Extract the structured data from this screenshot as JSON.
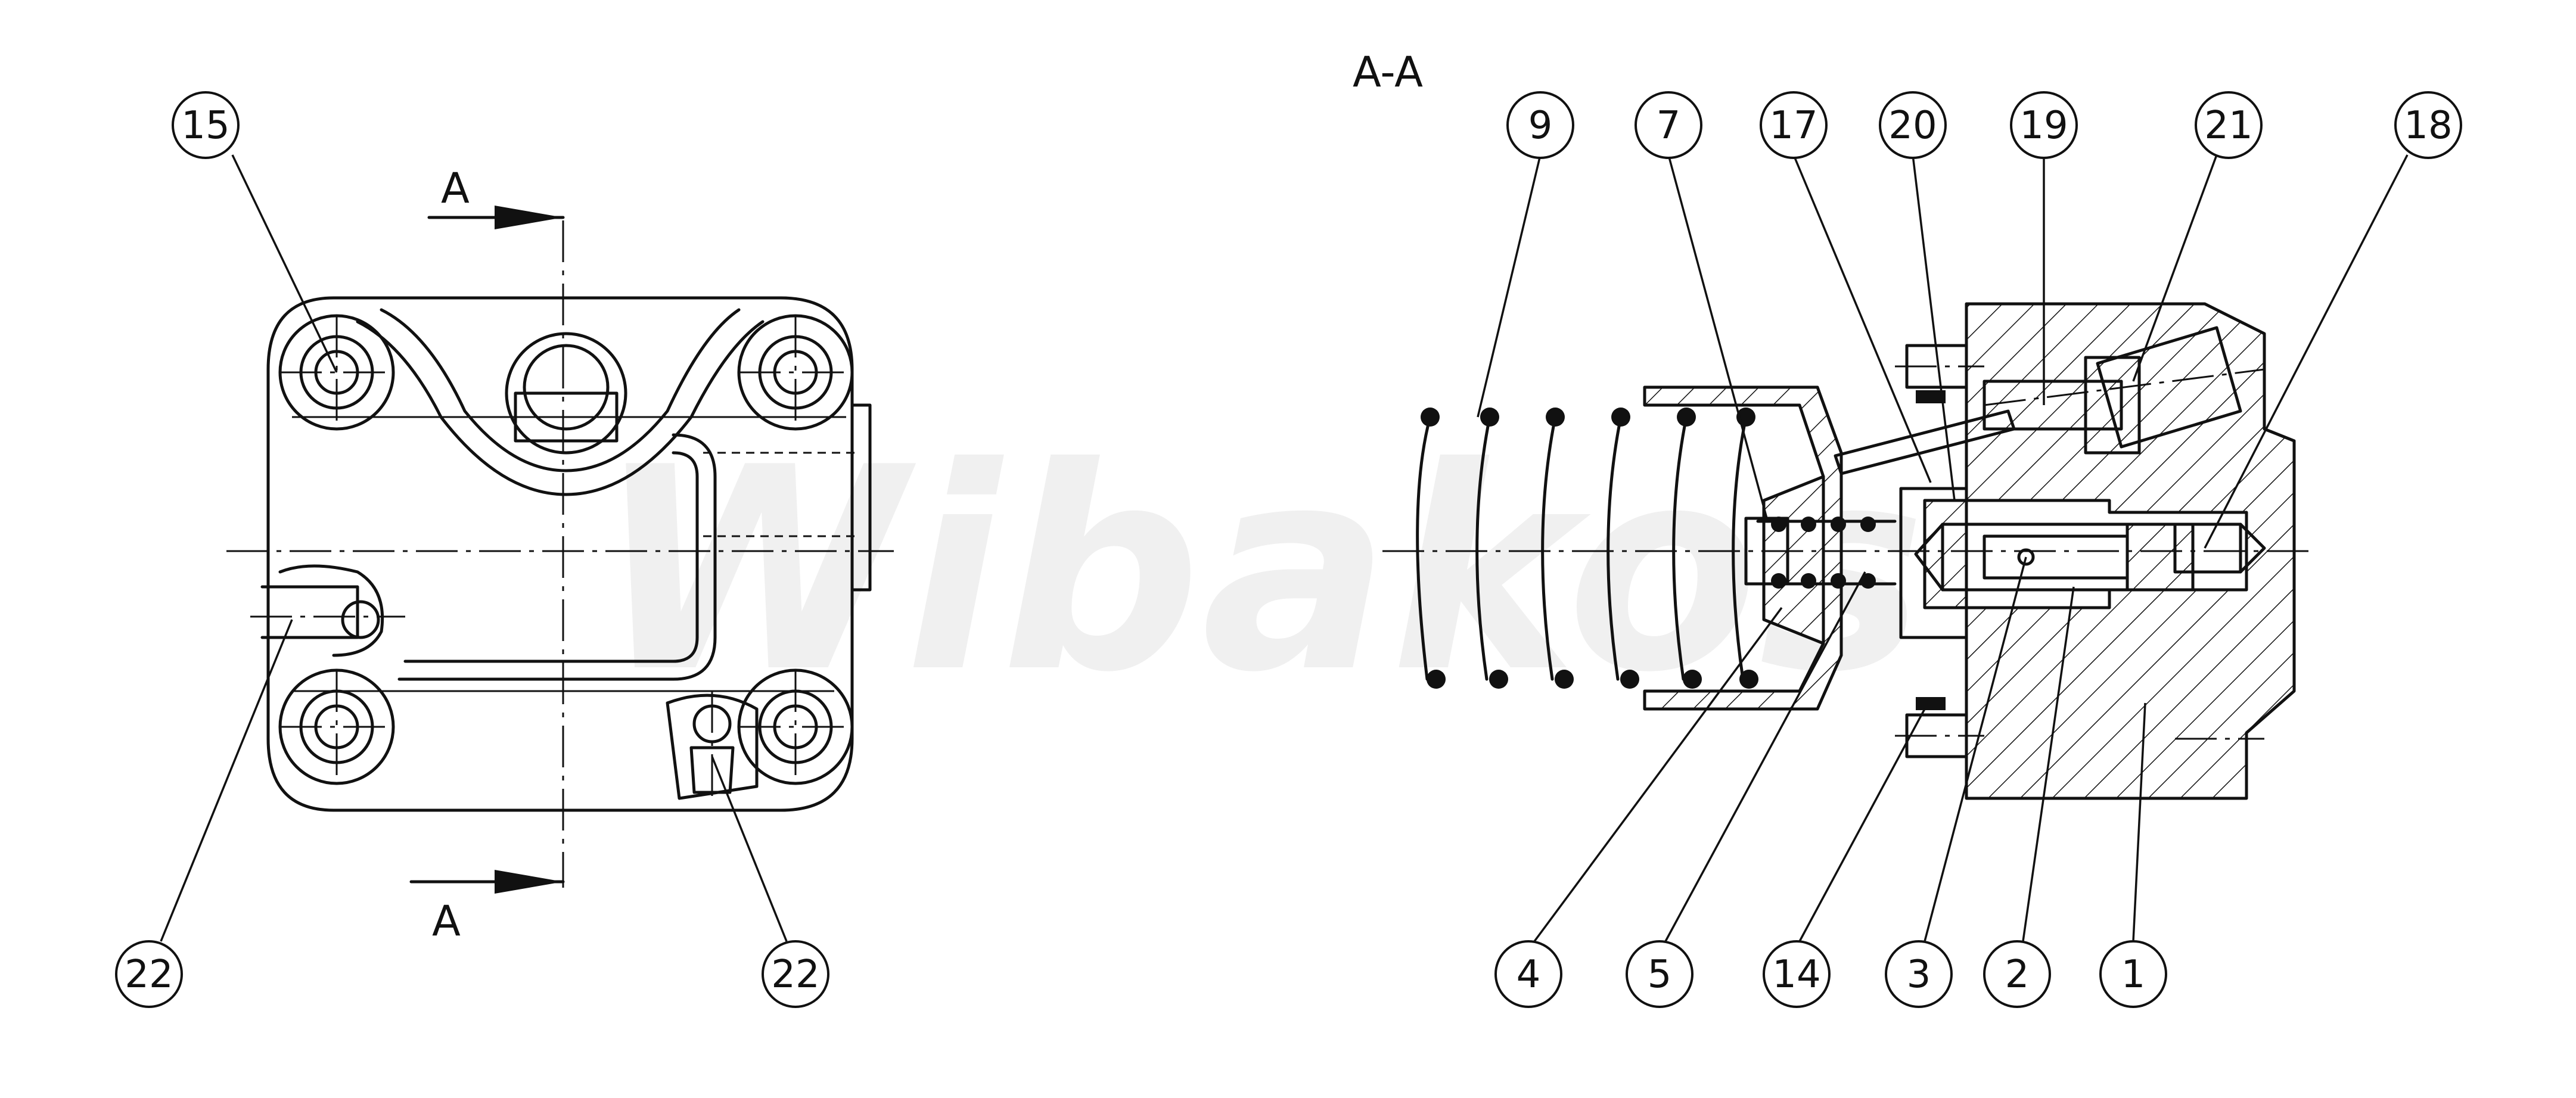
{
  "drawing": {
    "section_title": "A-A",
    "section_marker": "A",
    "watermark": "Wibakos"
  },
  "callouts": {
    "left_view": [
      "15",
      "22",
      "22"
    ],
    "section_top": [
      "9",
      "7",
      "17",
      "20",
      "19",
      "21",
      "18"
    ],
    "section_bottom": [
      "4",
      "5",
      "14",
      "3",
      "2",
      "1"
    ]
  }
}
